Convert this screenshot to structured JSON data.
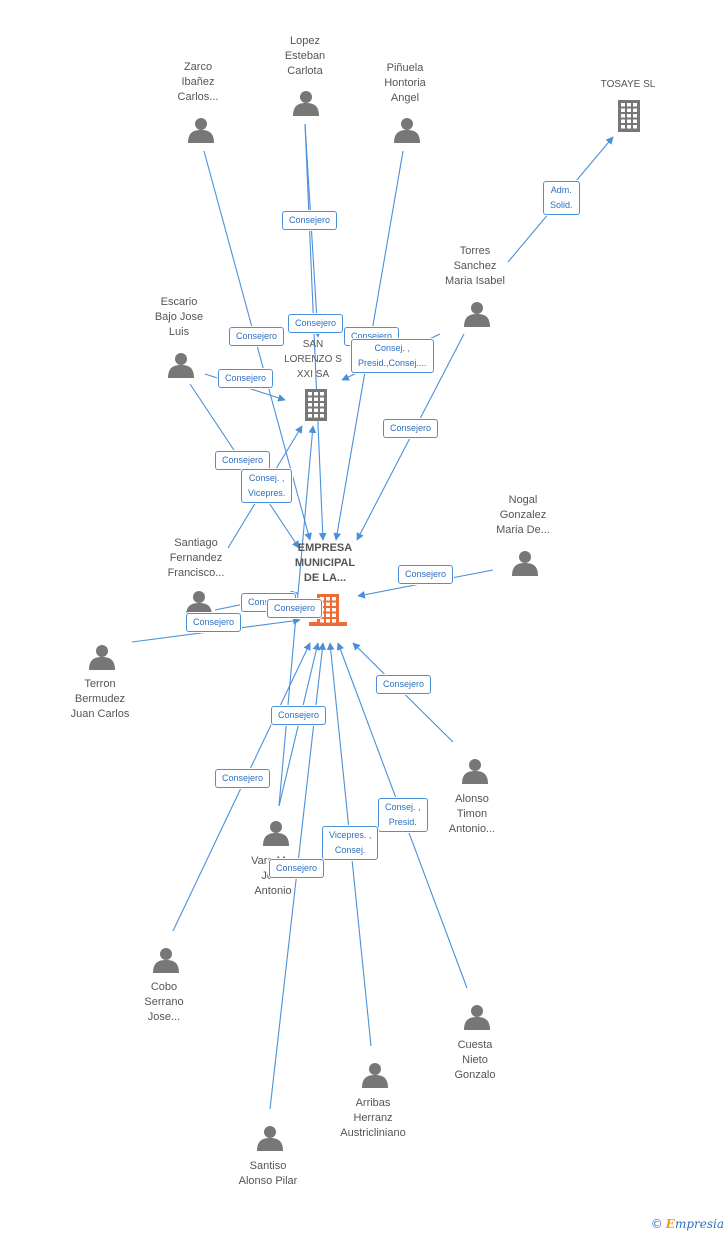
{
  "colors": {
    "edge": "#4a90d9",
    "person": "#777777",
    "company": "#777777",
    "main_company": "#f06a34"
  },
  "nodes": [
    {
      "id": "main",
      "type": "main",
      "icon": "building-icon",
      "lines": [
        "EMPRESA",
        "MUNICIPAL",
        "DE LA..."
      ]
    },
    {
      "id": "slz",
      "type": "company",
      "icon": "building-icon",
      "lines": [
        "SAN",
        "LORENZO S",
        "XXI SA"
      ]
    },
    {
      "id": "tosaye",
      "type": "company",
      "icon": "building-icon",
      "lines": [
        "TOSAYE  SL"
      ]
    },
    {
      "id": "zarco",
      "type": "person",
      "icon": "person-icon",
      "lines": [
        "Zarco",
        "Ibañez",
        "Carlos..."
      ]
    },
    {
      "id": "lopez",
      "type": "person",
      "icon": "person-icon",
      "lines": [
        "Lopez",
        "Esteban",
        "Carlota"
      ]
    },
    {
      "id": "pinuela",
      "type": "person",
      "icon": "person-icon",
      "lines": [
        "Piñuela",
        "Hontoria",
        "Angel"
      ]
    },
    {
      "id": "torres",
      "type": "person",
      "icon": "person-icon",
      "lines": [
        "Torres",
        "Sanchez",
        "Maria Isabel"
      ]
    },
    {
      "id": "escario",
      "type": "person",
      "icon": "person-icon",
      "lines": [
        "Escario",
        "Bajo Jose",
        "Luis"
      ]
    },
    {
      "id": "nogal",
      "type": "person",
      "icon": "person-icon",
      "lines": [
        "Nogal",
        "Gonzalez",
        "Maria De..."
      ]
    },
    {
      "id": "santiago",
      "type": "person",
      "icon": "person-icon",
      "lines": [
        "Santiago",
        "Fernandez",
        "Francisco..."
      ]
    },
    {
      "id": "terron",
      "type": "person",
      "icon": "person-icon",
      "lines": [
        "Terron",
        "Bermudez",
        "Juan Carlos"
      ]
    },
    {
      "id": "alonso",
      "type": "person",
      "icon": "person-icon",
      "lines": [
        "Alonso",
        "Timon",
        "Antonio..."
      ]
    },
    {
      "id": "vara",
      "type": "person",
      "icon": "person-icon",
      "lines": [
        "Vara M...",
        "Jose",
        "Antonio"
      ]
    },
    {
      "id": "cobo",
      "type": "person",
      "icon": "person-icon",
      "lines": [
        "Cobo",
        "Serrano",
        "Jose..."
      ]
    },
    {
      "id": "cuesta",
      "type": "person",
      "icon": "person-icon",
      "lines": [
        "Cuesta",
        "Nieto",
        "Gonzalo"
      ]
    },
    {
      "id": "arribas",
      "type": "person",
      "icon": "person-icon",
      "lines": [
        "Arribas",
        "Herranz",
        "Austricliniano"
      ]
    },
    {
      "id": "santiso",
      "type": "person",
      "icon": "person-icon",
      "lines": [
        "Santiso",
        "Alonso Pilar"
      ]
    }
  ],
  "edges": [
    {
      "from": "torres",
      "to": "tosaye",
      "lines": [
        "Adm.",
        "Solid."
      ]
    },
    {
      "from": "lopez",
      "to": "slz",
      "lines": [
        "Consejero"
      ]
    },
    {
      "from": "lopez",
      "to": "main",
      "lines": [
        "Consejero"
      ]
    },
    {
      "from": "zarco",
      "to": "main",
      "lines": [
        "Consejero"
      ]
    },
    {
      "from": "pinuela",
      "to": "main",
      "lines": [
        "Consejero"
      ]
    },
    {
      "from": "torres",
      "to": "slz",
      "lines": [
        "Consej. ,",
        "Presid.,Consej...."
      ]
    },
    {
      "from": "torres",
      "to": "main",
      "lines": [
        "Consejero"
      ]
    },
    {
      "from": "escario",
      "to": "slz",
      "lines": [
        "Consejero"
      ]
    },
    {
      "from": "escario",
      "to": "main",
      "lines": [
        "Consejero"
      ]
    },
    {
      "from": "santiago",
      "to": "slz",
      "lines": [
        "Consej. ,",
        "Vicepres."
      ]
    },
    {
      "from": "santiago",
      "to": "main",
      "lines": [
        "Consejero"
      ]
    },
    {
      "from": "nogal",
      "to": "main",
      "lines": [
        "Consejero"
      ]
    },
    {
      "from": "terron",
      "to": "main",
      "lines": [
        "Consejero"
      ]
    },
    {
      "from": "alonso",
      "to": "main",
      "lines": [
        "Consejero"
      ]
    },
    {
      "from": "vara",
      "to": "main",
      "lines": [
        "Consej. ,",
        "Presid."
      ]
    },
    {
      "from": "vara",
      "to": "slz",
      "lines": [
        "Consejero"
      ]
    },
    {
      "from": "cobo",
      "to": "main",
      "lines": [
        "Consejero"
      ]
    },
    {
      "from": "cuesta",
      "to": "main",
      "lines": [
        "Vicepres. ,",
        "Consej."
      ]
    },
    {
      "from": "arribas",
      "to": "main",
      "lines": [
        "Consejero"
      ]
    },
    {
      "from": "santiso",
      "to": "main",
      "lines": [
        "Consejero"
      ]
    }
  ],
  "brand": {
    "copyright": "©",
    "name": "mpresia",
    "initial": "E"
  }
}
